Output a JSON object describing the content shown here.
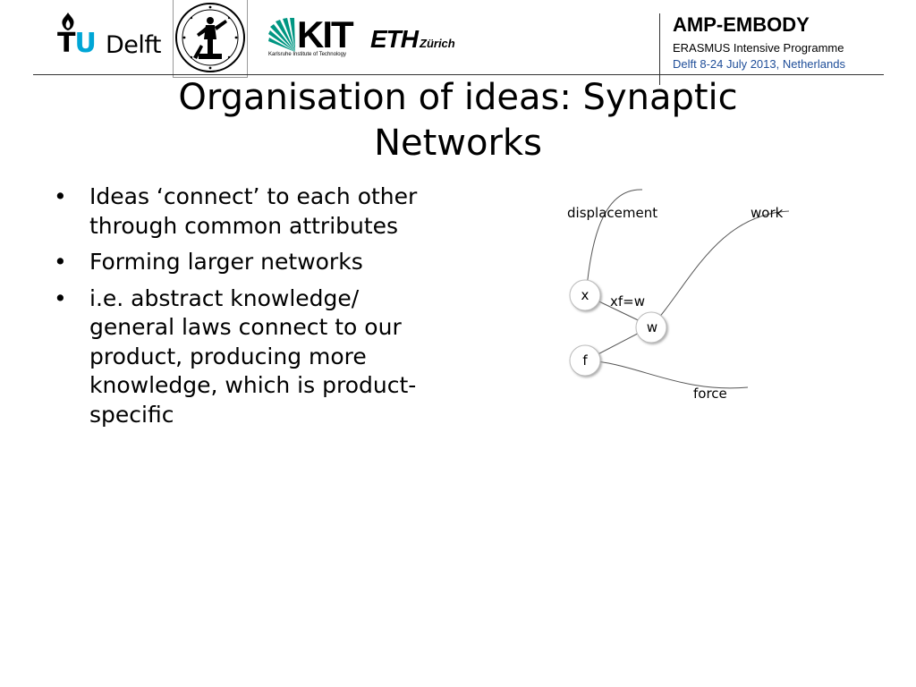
{
  "header": {
    "tudelft_tu_t": "T",
    "tudelft_tu_u": "U",
    "tudelft_delft": "Delft",
    "kit_text": "KIT",
    "kit_subtitle": "Karlsruhe Institute of Technology",
    "eth_text": "ETH",
    "eth_zurich": "Zürich",
    "programme_title": "AMP-EMBODY",
    "programme_subtitle": "ERASMUS Intensive Programme",
    "programme_date": "Delft 8-24 July 2013, Netherlands"
  },
  "slide": {
    "title_line1": "Organisation of ideas: Synaptic",
    "title_line2": "Networks",
    "bullets": [
      "Ideas ‘connect’ to each other through common attributes",
      "Forming larger networks",
      "i.e. abstract knowledge/ general laws connect to our product, producing more knowledge, which is product-specific"
    ],
    "bullet_symbol": "•"
  },
  "diagram": {
    "label_displacement": "displacement",
    "label_work": "work",
    "label_force": "force",
    "label_relation": "xf=w",
    "node_x": "x",
    "node_w": "w",
    "node_f": "f"
  },
  "colors": {
    "tu_blue": "#00a6d6",
    "kit_green": "#009682",
    "date_blue": "#1f4e99"
  }
}
